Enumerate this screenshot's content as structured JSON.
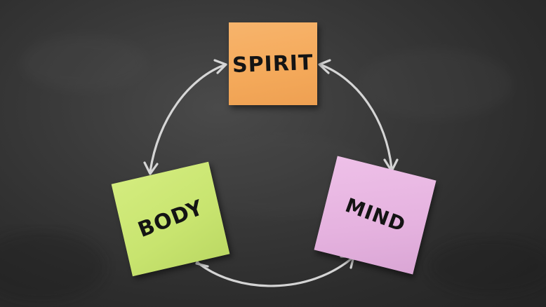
{
  "scene": {
    "background_color": "#333333",
    "chalk_color": "#e9e9e9"
  },
  "notes": {
    "spirit": {
      "label": "SPIRIT",
      "color": "#f5ab5c"
    },
    "body": {
      "label": "BODY",
      "color": "#c9e470"
    },
    "mind": {
      "label": "MIND",
      "color": "#e6b3df"
    }
  }
}
